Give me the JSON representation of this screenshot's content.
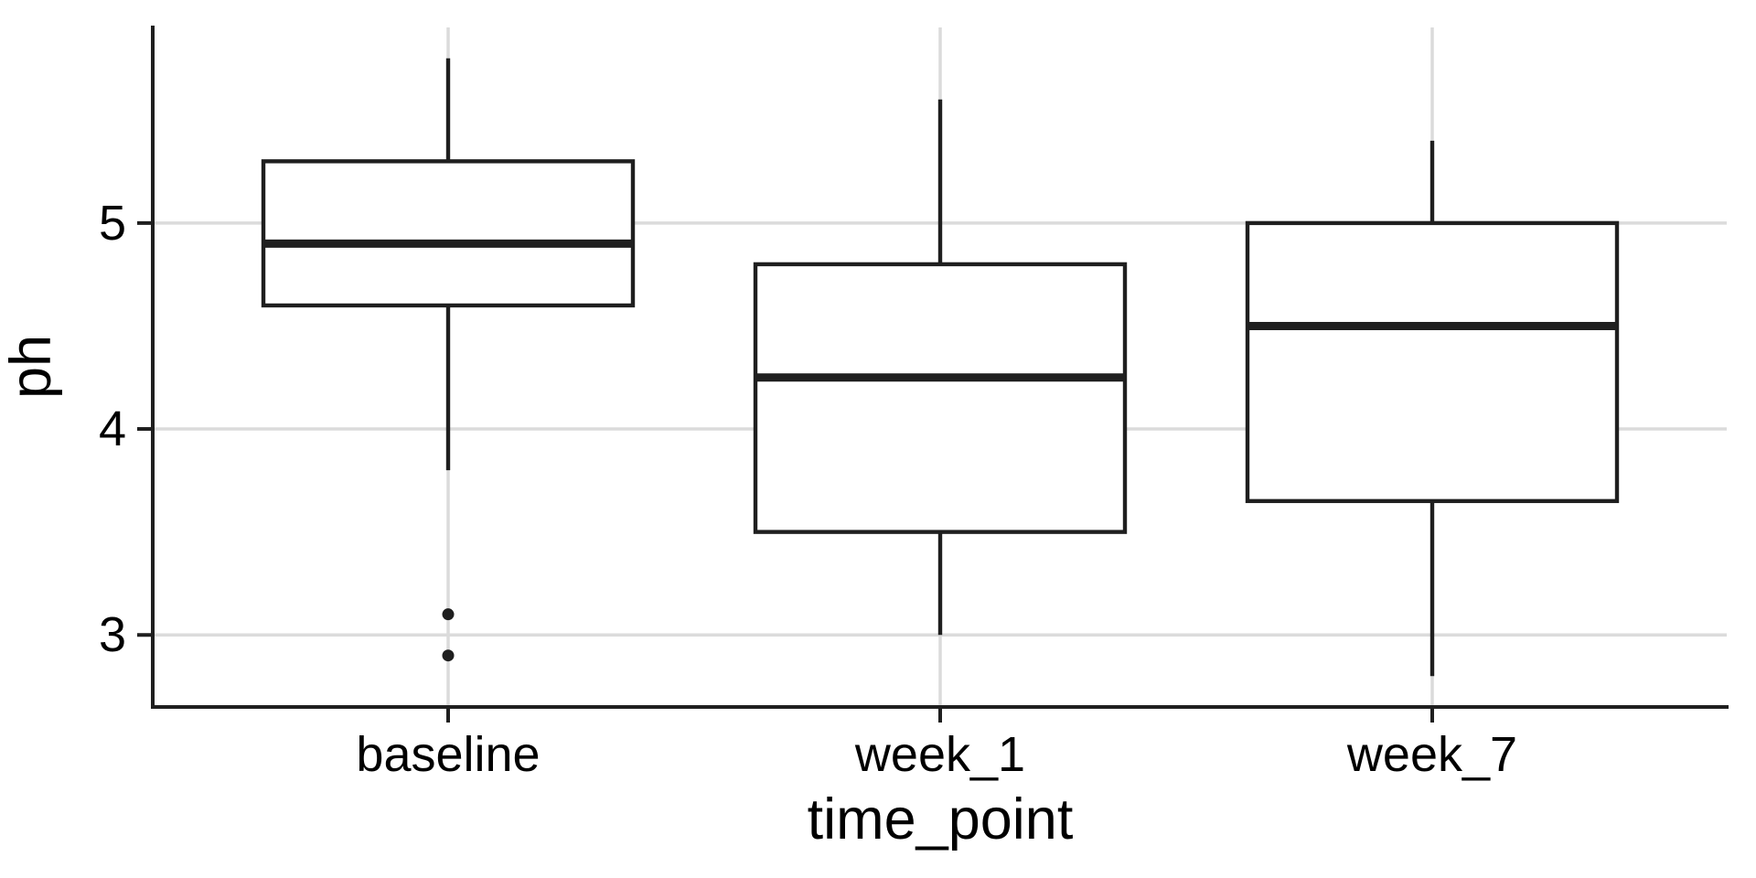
{
  "chart_data": {
    "type": "boxplot",
    "title": "",
    "xlabel": "time_point",
    "ylabel": "ph",
    "categories": [
      "baseline",
      "week_1",
      "week_7"
    ],
    "series": [
      {
        "category": "baseline",
        "lower_whisker": 3.8,
        "q1": 4.6,
        "median": 4.9,
        "q3": 5.3,
        "upper_whisker": 5.8,
        "outliers": [
          3.1,
          2.9
        ]
      },
      {
        "category": "week_1",
        "lower_whisker": 3.0,
        "q1": 3.5,
        "median": 4.25,
        "q3": 4.8,
        "upper_whisker": 5.6,
        "outliers": []
      },
      {
        "category": "week_7",
        "lower_whisker": 2.8,
        "q1": 3.65,
        "median": 4.5,
        "q3": 5.0,
        "upper_whisker": 5.4,
        "outliers": []
      }
    ],
    "y_ticks": [
      3,
      4,
      5
    ],
    "ylim": [
      2.65,
      5.95
    ],
    "grid": {
      "horizontal_major": true,
      "vertical_major": true
    },
    "legend_position": "none",
    "colors": {
      "stroke": "#1F1F1F",
      "grid": "#DBDBDB",
      "box_fill": "#FFFFFF",
      "text": "#000000",
      "background": "#FFFFFF"
    }
  }
}
